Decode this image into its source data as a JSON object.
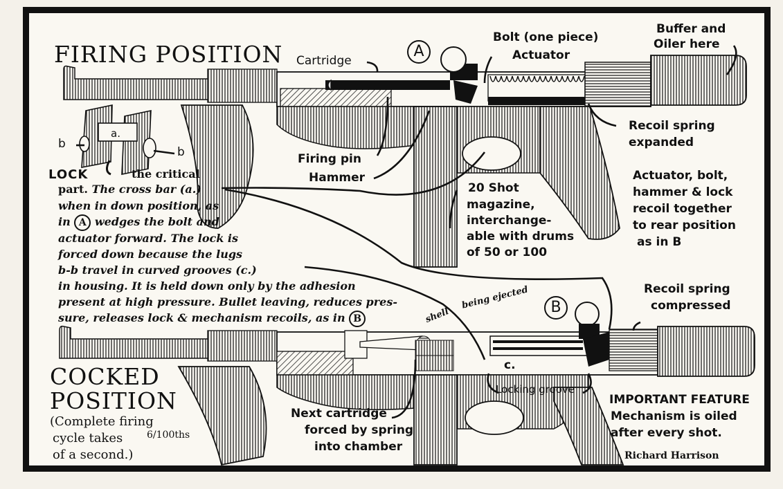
{
  "titles": {
    "firing": "FIRING POSITION",
    "cocked_1": "COCKED",
    "cocked_2": "POSITION",
    "cycle_1": "(Complete firing",
    "cycle_2": "cycle takes",
    "cycle_fraction": "6/100ths",
    "cycle_3": "of a second.)"
  },
  "markers": {
    "a_circle": "A",
    "b_circle": "B"
  },
  "labels": {
    "cartridge": "Cartridge",
    "bolt": "Bolt (one piece)",
    "actuator": "Actuator",
    "buffer_1": "Buffer and",
    "buffer_2": "Oiler here",
    "recoil_exp_1": "Recoil spring",
    "recoil_exp_2": "expanded",
    "firing_pin": "Firing pin",
    "hammer": "Hammer",
    "magazine_1": "20 Shot",
    "magazine_2": "magazine,",
    "magazine_3": "interchange-",
    "magazine_4": "able with drums",
    "magazine_5": "of 50 or 100",
    "lock_b_left": "b",
    "lock_a": "a.",
    "lock_b_right": "b",
    "lock": "LOCK",
    "recoil_together_1": "Actuator, bolt,",
    "recoil_together_2": "hammer & lock",
    "recoil_together_3": "recoil together",
    "recoil_together_4": "to rear position",
    "recoil_together_5": "as in  B",
    "shell": "shell",
    "being_ejected": "being ejected",
    "recoil_comp_1": "Recoil spring",
    "recoil_comp_2": "compressed",
    "c_label": "c.",
    "locking_groove": "Locking groove",
    "next_cart_1": "Next cartridge",
    "next_cart_2": "forced by spring",
    "next_cart_3": "into chamber",
    "important_1": "IMPORTANT FEATURE",
    "important_2": "Mechanism is oiled",
    "important_3": "after every shot.",
    "signature": "Richard Harrison"
  },
  "paragraph": {
    "line1": "the critical",
    "line2a": "part.",
    "line2b": "The cross bar (a.)",
    "line3": "when in down position, as",
    "line4a": "in",
    "line4b": "wedges the bolt and",
    "line4_marker": "A",
    "line5": "actuator forward. The lock is",
    "line6": "forced down because the lugs",
    "line7": "b-b travel in curved grooves (c.)",
    "line8": "in housing. It is held down only by the adhesion",
    "line9": "present at high pressure. Bullet leaving, reduces pres-",
    "line10a": "sure, releases lock & mechanism recoils, as in",
    "line10_marker": "B"
  }
}
